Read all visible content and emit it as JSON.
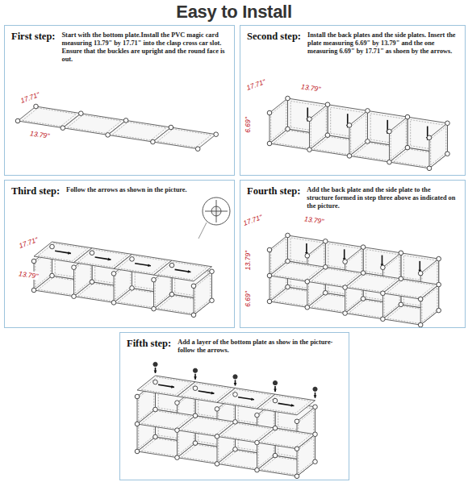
{
  "diagram": {
    "title": "Easy to Install",
    "nodes": [
      {
        "text": [
          "First step:",
          "Start with the bottom plate.Install the PVC magic card measuring 13.79\" by 17.71\" into the clasp cross car slot. Ensure that the buckles are upright and the round face is out."
        ]
      },
      {
        "text": [
          "Second step:",
          "Install the back plates and the side plates. Insert the plate measuring 6.69\" by 13.79\" and the one measuring 6.69\" by 17.71\" as shoen by the arrows."
        ]
      },
      {
        "text": [
          "Third step:",
          "Follow the arrows as shown in the picture."
        ]
      },
      {
        "text": [
          "Fourth step:",
          "Add the back plate and the side plate to the structure formed in step three above as indicated on the picture."
        ]
      },
      {
        "text": [
          "Fifth step:",
          "Add a layer of the bottom plate as show in the picture-follow the arrows."
        ]
      }
    ],
    "labels": [
      "17.71\"",
      "13.79\"",
      "17.71\"",
      "13.79\"",
      "6.69\"",
      "17.71\"",
      "13.79\"",
      "17.71\"",
      "13.79\"",
      "13.79\"",
      "6.69\""
    ]
  }
}
